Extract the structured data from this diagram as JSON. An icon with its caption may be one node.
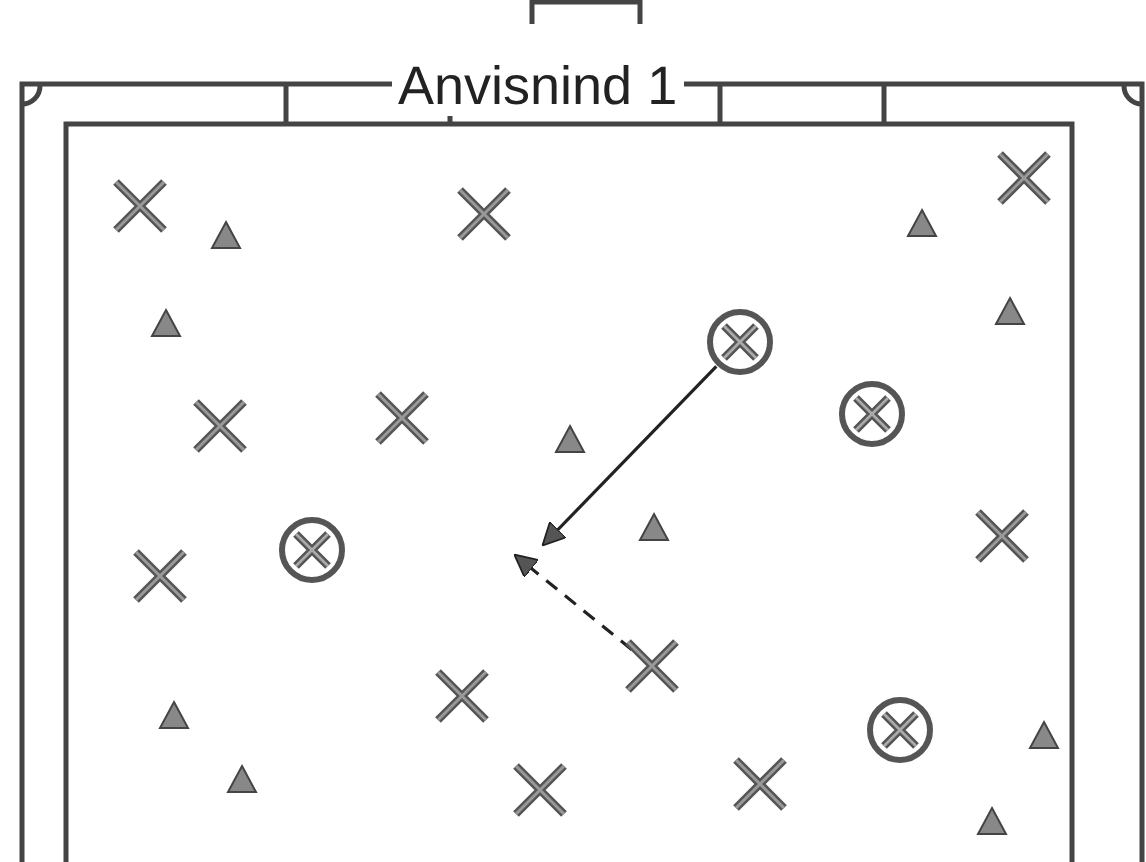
{
  "diagram": {
    "title": "Anvisnind 1",
    "nodes": [
      {
        "text": [],
        "shape": "cross"
      },
      {
        "text": [],
        "shape": "cross"
      },
      {
        "text": [],
        "shape": "cross"
      },
      {
        "text": [],
        "shape": "triangle"
      },
      {
        "text": [],
        "shape": "triangle"
      },
      {
        "text": [],
        "shape": "triangle"
      },
      {
        "text": [],
        "shape": "triangle"
      },
      {
        "text": [],
        "shape": "circle"
      },
      {
        "text": [],
        "shape": "circle"
      },
      {
        "text": [],
        "shape": "cross"
      },
      {
        "text": [],
        "shape": "cross"
      },
      {
        "text": [],
        "shape": "triangle"
      },
      {
        "text": [],
        "shape": "triangle"
      },
      {
        "text": [],
        "shape": "cross"
      },
      {
        "text": [],
        "shape": "circle"
      },
      {
        "text": [],
        "shape": "cross"
      },
      {
        "text": [],
        "shape": "cross"
      },
      {
        "text": [],
        "shape": "cross"
      },
      {
        "text": [],
        "shape": "triangle"
      },
      {
        "text": [],
        "shape": "circle"
      },
      {
        "text": [],
        "shape": "triangle"
      },
      {
        "text": [],
        "shape": "triangle"
      },
      {
        "text": [],
        "shape": "cross"
      },
      {
        "text": [],
        "shape": "cross"
      },
      {
        "text": [],
        "shape": "triangle"
      }
    ],
    "edges": [
      {
        "from": 7,
        "to": null,
        "arrow": "to"
      },
      {
        "from": 16,
        "to": null,
        "arrow": "to",
        "style": "dashed"
      }
    ]
  }
}
